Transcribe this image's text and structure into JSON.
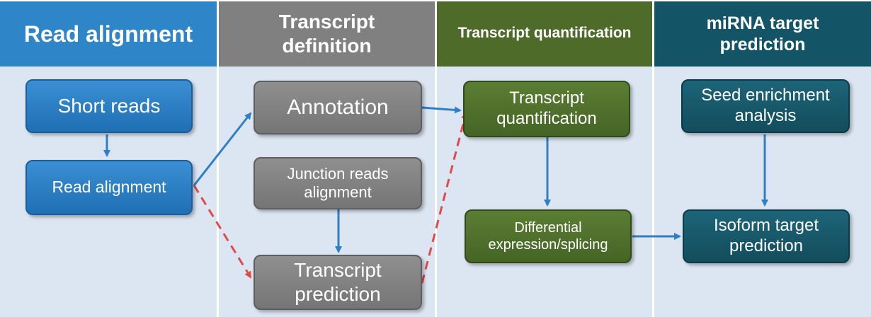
{
  "columns": [
    {
      "header": "Read alignment",
      "header_color": "#2e86c8",
      "bg_color": "#dce6f2"
    },
    {
      "header": "Transcript\ndefinition",
      "header_color": "#808080",
      "bg_color": "#dce6f2"
    },
    {
      "header": "Transcript quantification",
      "header_color": "#4e6b2a",
      "bg_color": "#dce6f2"
    },
    {
      "header": "miRNA target\nprediction",
      "header_color": "#135566",
      "bg_color": "#dce6f2"
    }
  ],
  "nodes": {
    "short_reads": "Short reads",
    "read_alignment": "Read alignment",
    "annotation": "Annotation",
    "junction_reads_alignment": "Junction reads\nalignment",
    "transcript_prediction": "Transcript\nprediction",
    "transcript_quantification": "Transcript\nquantification",
    "differential_expression": "Differential\nexpression/splicing",
    "seed_enrichment": "Seed enrichment\nanalysis",
    "isoform_target": "Isoform target\nprediction"
  },
  "colors": {
    "arrow_solid": "#2e7fc4",
    "arrow_dashed": "#e04a4a"
  }
}
